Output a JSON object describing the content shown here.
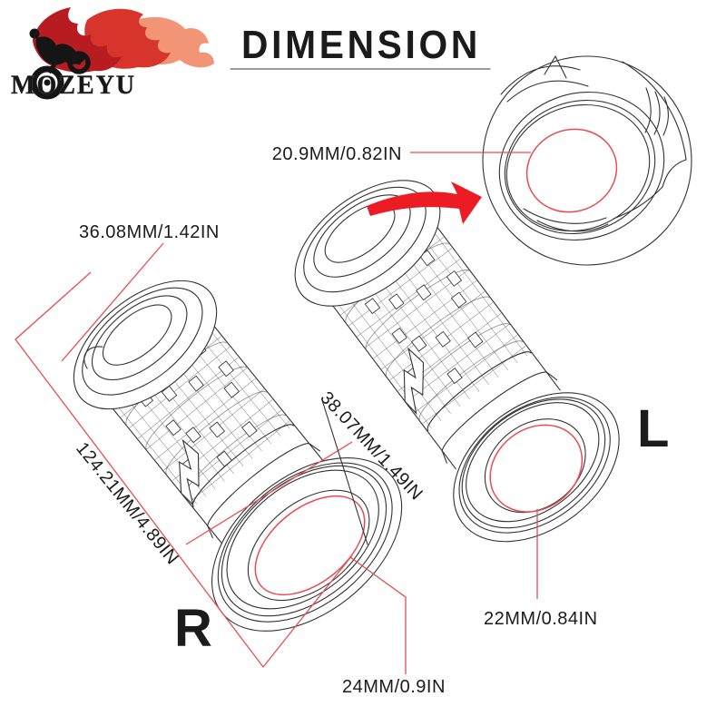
{
  "brand": "MOZEYU",
  "title": "DIMENSION",
  "dims": {
    "end_cap": "20.9MM/0.82IN",
    "cap_diameter": "36.08MM/1.42IN",
    "length": "124.21MM/4.89IN",
    "flange_diameter": "38.07MM/1.49IN",
    "bore_right": "24MM/0.9IN",
    "bore_left": "22MM/0.84IN"
  },
  "grips": {
    "right_label": "R",
    "left_label": "L"
  },
  "colors": {
    "line": "#333333",
    "dim": "#e84c52",
    "arrow": "#ed1c24",
    "text": "#1b1b1b",
    "flame_dark": "#b81c20",
    "flame_mid": "#d7352b",
    "flame_light": "#ef8a67"
  }
}
